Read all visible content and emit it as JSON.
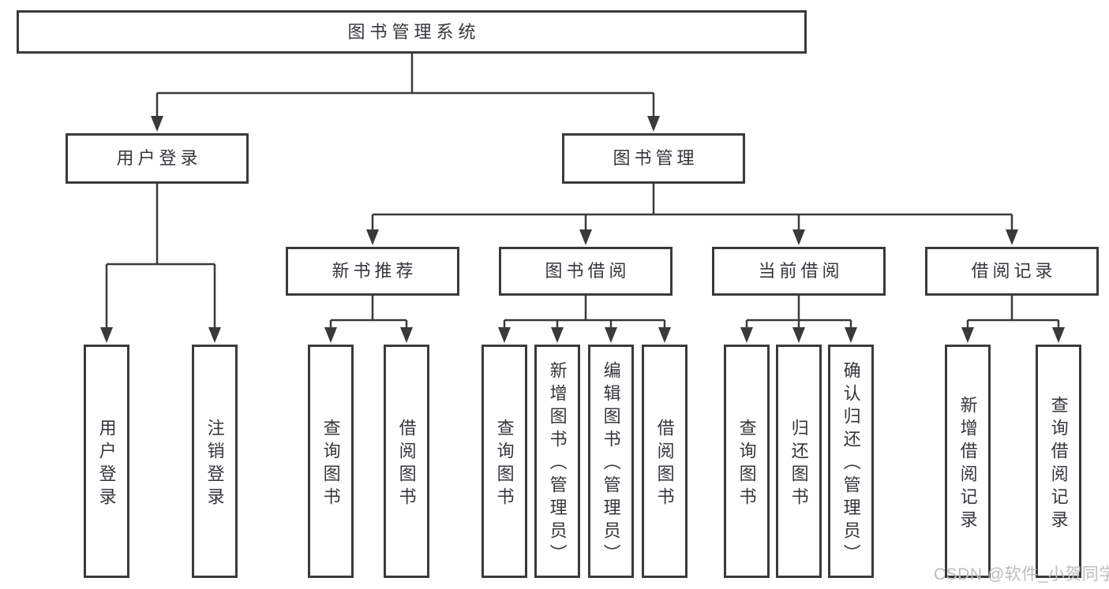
{
  "colors": {
    "line": "#3a3a3a",
    "box_border": "#3a3a3a",
    "text": "#36363c",
    "watermark_text": "#bdbdbd",
    "background": "#ffffff"
  },
  "tree": {
    "root": {
      "label": "图书管理系统"
    },
    "branches": [
      {
        "label": "用户登录",
        "children": [
          {
            "label": "用户登录"
          },
          {
            "label": "注销登录"
          }
        ]
      },
      {
        "label": "图书管理",
        "children": [
          {
            "label": "新书推荐",
            "children": [
              {
                "label": "查询图书"
              },
              {
                "label": "借阅图书"
              }
            ]
          },
          {
            "label": "图书借阅",
            "children": [
              {
                "label": "查询图书"
              },
              {
                "label": "新增图书（管理员）"
              },
              {
                "label": "编辑图书（管理员）"
              },
              {
                "label": "借阅图书"
              }
            ]
          },
          {
            "label": "当前借阅",
            "children": [
              {
                "label": "查询图书"
              },
              {
                "label": "归还图书"
              },
              {
                "label": "确认归还（管理员）"
              }
            ]
          },
          {
            "label": "借阅记录",
            "children": [
              {
                "label": "新增借阅记录"
              },
              {
                "label": "查询借阅记录"
              }
            ]
          }
        ]
      }
    ]
  },
  "watermark": {
    "text": "CSDN @软件_小贺同学"
  }
}
